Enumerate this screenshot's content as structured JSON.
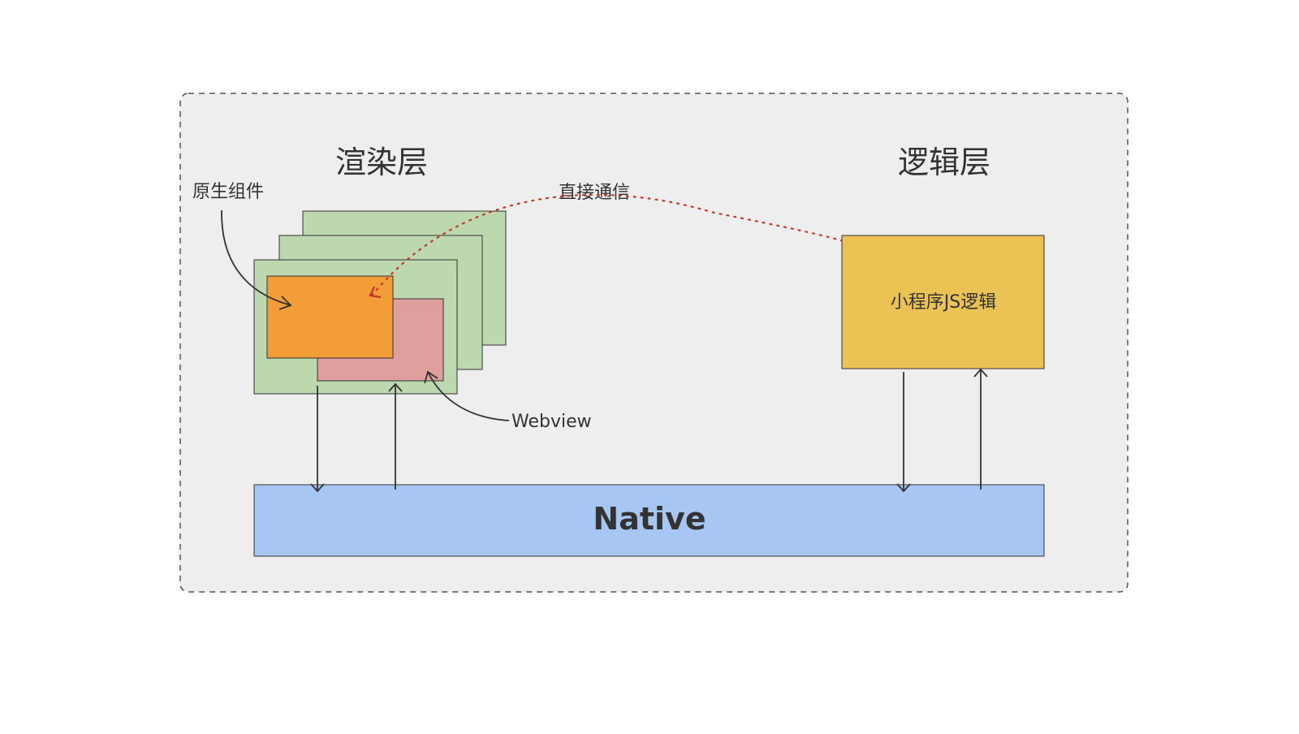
{
  "render_layer": {
    "title": "渲染层",
    "native_component_label": "原生组件",
    "webview_label": "Webview"
  },
  "logic_layer": {
    "title": "逻辑层",
    "js_box_label": "小程序JS逻辑"
  },
  "direct_communication_label": "直接通信",
  "native_label": "Native",
  "colors": {
    "container_fill": "#eeeeee",
    "container_border": "#555555",
    "webview_green": "#bdd7ae",
    "native_component_orange": "#f29d38",
    "webview_pink": "#de9f9d",
    "js_logic_yellow": "#eac354",
    "native_blue": "#a8c6f4",
    "dotted_arrow_red": "#c0392b",
    "line_dark": "#333333"
  }
}
